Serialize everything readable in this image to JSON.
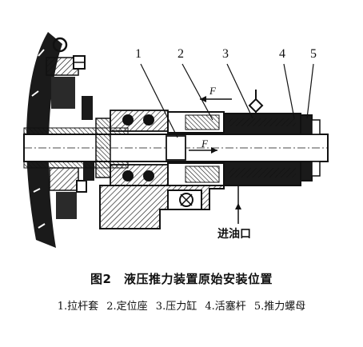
{
  "callouts": [
    {
      "id": "1",
      "text": "1"
    },
    {
      "id": "2",
      "text": "2"
    },
    {
      "id": "3",
      "text": "3"
    },
    {
      "id": "4",
      "text": "4"
    },
    {
      "id": "5",
      "text": "5"
    }
  ],
  "force_top": "F",
  "force_mid": "F",
  "inlet_label": "进油口",
  "figure_title": "图2　液压推力装置原始安装位置",
  "legend": [
    "1.拉杆套",
    "2.定位座",
    "3.压力缸",
    "4.活塞杆",
    "5.推力螺母"
  ]
}
